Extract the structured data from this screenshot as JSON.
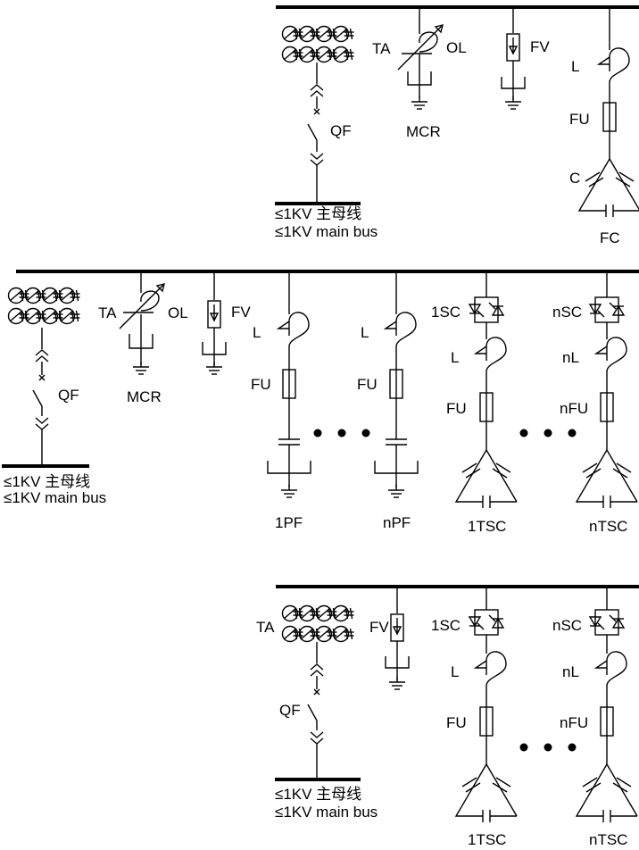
{
  "diagram_a": {
    "ta": "TA",
    "ol": "OL",
    "fv": "FV",
    "mcr": "MCR",
    "qf": "QF",
    "l": "L",
    "fu": "FU",
    "c": "C",
    "fc": "FC",
    "bus_cn": "≤1KV 主母线",
    "bus_en": "≤1KV main bus"
  },
  "diagram_b": {
    "ta": "TA",
    "ol": "OL",
    "fv": "FV",
    "mcr": "MCR",
    "qf": "QF",
    "l1": "L",
    "fu1": "FU",
    "pf1": "1PF",
    "l2": "L",
    "fu2": "FU",
    "pf2": "nPF",
    "sc1": "1SC",
    "l3": "L",
    "fu3": "FU",
    "tsc1": "1TSC",
    "sc2": "nSC",
    "l4": "nL",
    "fu4": "nFU",
    "tsc2": "nTSC",
    "bus_cn": "≤1KV 主母线",
    "bus_en": "≤1KV main bus"
  },
  "diagram_c": {
    "ta": "TA",
    "fv": "FV",
    "qf": "QF",
    "sc1": "1SC",
    "l1": "L",
    "fu1": "FU",
    "tsc1": "1TSC",
    "sc2": "nSC",
    "l2": "nL",
    "fu2": "nFU",
    "tsc2": "nTSC",
    "bus_cn": "≤1KV 主母线",
    "bus_en": "≤1KV main bus"
  }
}
